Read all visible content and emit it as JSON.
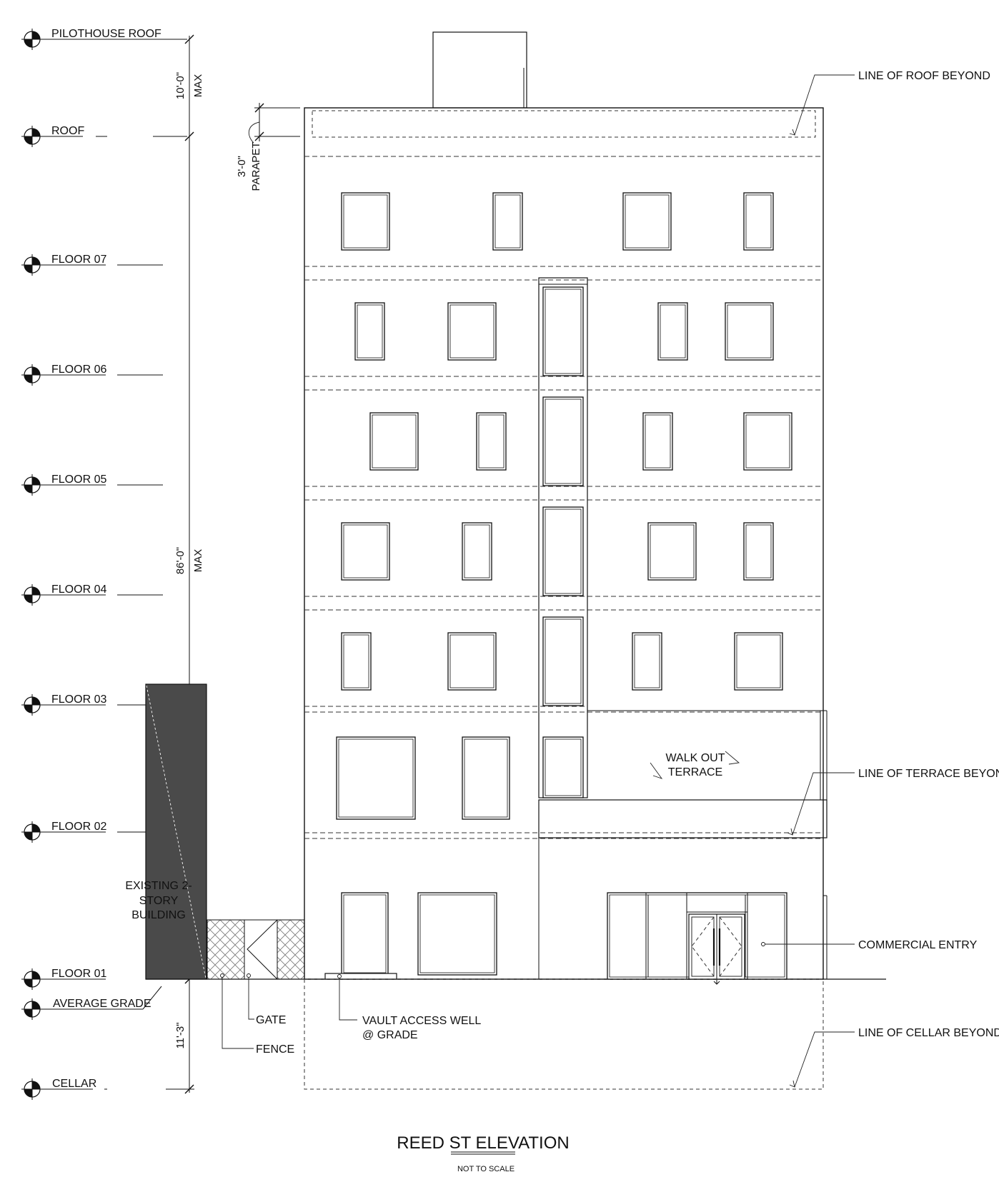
{
  "levels": [
    {
      "key": "pilothouse_roof",
      "label": "PILOTHOUSE ROOF"
    },
    {
      "key": "roof",
      "label": "ROOF"
    },
    {
      "key": "floor07",
      "label": "FLOOR 07"
    },
    {
      "key": "floor06",
      "label": "FLOOR 06"
    },
    {
      "key": "floor05",
      "label": "FLOOR 05"
    },
    {
      "key": "floor04",
      "label": "FLOOR 04"
    },
    {
      "key": "floor03",
      "label": "FLOOR 03"
    },
    {
      "key": "floor02",
      "label": "FLOOR 02"
    },
    {
      "key": "floor01",
      "label": "FLOOR 01"
    },
    {
      "key": "average_grade",
      "label": "AVERAGE GRADE"
    },
    {
      "key": "cellar",
      "label": "CELLAR"
    }
  ],
  "dimensions": {
    "pilothouse": {
      "value": "10'-0\"",
      "qualifier": "MAX"
    },
    "building": {
      "value": "86'-0\"",
      "qualifier": "MAX"
    },
    "cellar": {
      "value": "11'-3\""
    },
    "parapet": {
      "value": "3'-0\"",
      "qualifier": "PARAPET"
    }
  },
  "notes": {
    "line_of_roof_beyond": "LINE OF ROOF BEYOND",
    "line_of_terrace_beyond": "LINE OF TERRACE BEYOND",
    "commercial_entry": "COMMERCIAL ENTRY",
    "line_of_cellar_beyond": "LINE OF CELLAR BEYOND",
    "walk_out_terrace_line1": "WALK OUT",
    "walk_out_terrace_line2": "TERRACE",
    "existing_building_line1": "EXISTING 2-",
    "existing_building_line2": "STORY",
    "existing_building_line3": "BUILDING",
    "gate": "GATE",
    "fence": "FENCE",
    "vault_line1": "VAULT ACCESS WELL",
    "vault_line2": "@ GRADE"
  },
  "title": {
    "main": "REED ST ELEVATION",
    "scale": "NOT TO SCALE"
  },
  "colors": {
    "ink": "#111111",
    "existing_building_fill": "#4a4a4a"
  }
}
